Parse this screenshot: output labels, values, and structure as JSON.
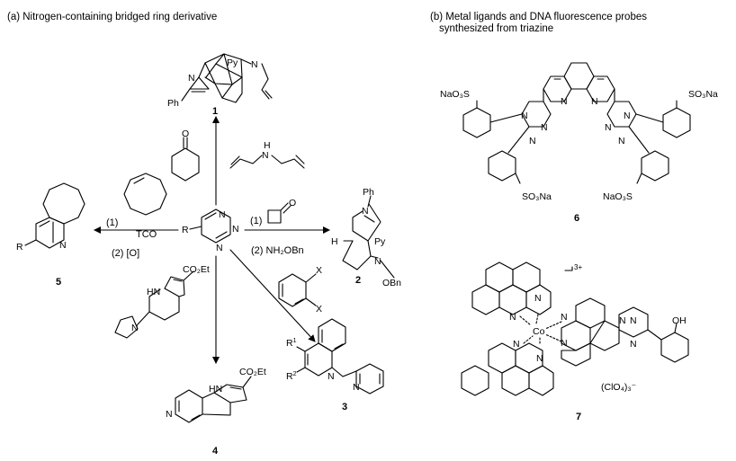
{
  "panel_a": {
    "title": "(a) Nitrogen-containing bridged ring derivative",
    "center": {
      "r_label": "R",
      "n_labels": [
        "N",
        "N",
        "N"
      ]
    },
    "compound1": {
      "number": "1",
      "atoms": {
        "ph": "Ph",
        "py": "Py",
        "n_bridge": "N",
        "n_amine": "N"
      }
    },
    "compound2": {
      "number": "2",
      "atoms": {
        "ph": "Ph",
        "h": "H",
        "py": "Py",
        "n_imine": "N",
        "n_oxime": "N",
        "obn": "OBn"
      }
    },
    "compound3": {
      "number": "3",
      "atoms": {
        "r1": "R",
        "r1_sup": "1",
        "r2": "R",
        "r2_sup": "2",
        "n1": "N",
        "n2": "N"
      },
      "reagent_atoms": [
        "X",
        "X"
      ]
    },
    "compound4": {
      "number": "4",
      "atoms": {
        "co2et": "CO₂Et",
        "hn": "HN",
        "n": "N"
      }
    },
    "compound5": {
      "number": "5",
      "atoms": {
        "r": "R",
        "n": "N"
      }
    },
    "reagents": {
      "amine": {
        "h": "H",
        "n": "N"
      },
      "ketone_o": "O",
      "cyclobutanone": {
        "step1": "(1)",
        "step2": "(2) NH₂OBn",
        "o": "O"
      },
      "tco": {
        "step1": "(1)",
        "step1_name": "TCO",
        "step2": "(2) [O]"
      },
      "indole": {
        "co2et": "CO₂Et",
        "hn": "HN",
        "n": "N"
      }
    }
  },
  "panel_b": {
    "title_line1": "(b) Metal ligands and DNA fluorescence probes",
    "title_line2": "synthesized from triazine",
    "compound6": {
      "number": "6",
      "substituents": [
        "NaO₃S",
        "SO₃Na",
        "SO₃Na",
        "NaO₃S"
      ],
      "n_atoms": [
        "N",
        "N",
        "N",
        "N",
        "N",
        "N",
        "N",
        "N"
      ]
    },
    "compound7": {
      "number": "7",
      "charge": "3+",
      "counterion": "(ClO₄)₃⁻",
      "metal": "Co",
      "oh": "OH",
      "n_atoms": [
        "N",
        "N",
        "N",
        "N",
        "N",
        "N",
        "N",
        "N",
        "N"
      ]
    }
  }
}
